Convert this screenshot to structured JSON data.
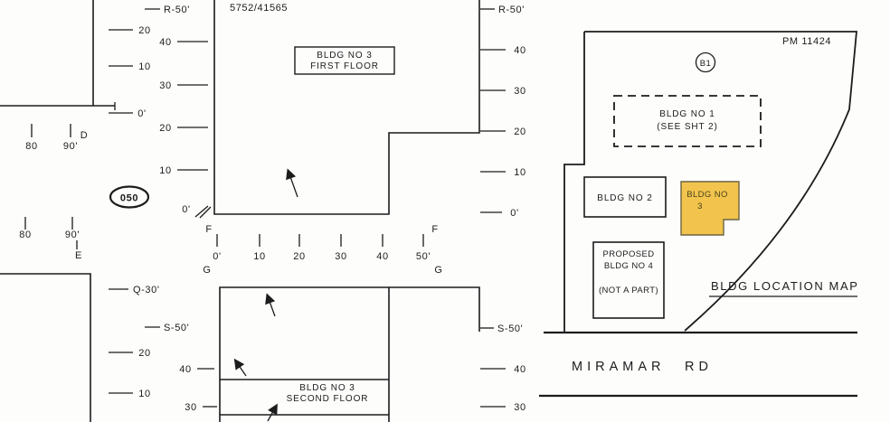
{
  "refs": {
    "doc_number": "5752/41565",
    "pm_number": "PM 11424",
    "circle_ref": "B1",
    "oval_ref": "050"
  },
  "left_outer_ruler": {
    "top": [
      "20",
      "10",
      "0'"
    ],
    "bottom": [
      "Q-30'",
      "20",
      "10"
    ]
  },
  "left_inner_ruler": {
    "top": [
      "R-50'",
      "40",
      "30",
      "20",
      "10",
      "0'"
    ],
    "bottom": [
      "S-50'",
      "40",
      "30"
    ]
  },
  "right_ruler": {
    "top": [
      "R-50'",
      "40",
      "30",
      "20",
      "10",
      "0'"
    ],
    "bottom": [
      "S-50'",
      "40",
      "30"
    ]
  },
  "horizontal_ruler": {
    "values": [
      "0'",
      "10",
      "20",
      "30",
      "40",
      "50'"
    ],
    "f": "F",
    "g": "G"
  },
  "stations": {
    "d": {
      "label": "D",
      "v1": "80",
      "v2": "90'"
    },
    "e": {
      "label": "E",
      "v1": "80",
      "v2": "90'"
    }
  },
  "first_floor": {
    "line1": "BLDG NO 3",
    "line2": "FIRST FLOOR"
  },
  "second_floor": {
    "line1": "BLDG NO 3",
    "line2": "SECOND FLOOR"
  },
  "map": {
    "bldg1_line1": "BLDG NO 1",
    "bldg1_line2": "(SEE SHT 2)",
    "bldg2": "BLDG NO 2",
    "bldg3_line1": "BLDG NO",
    "bldg3_line2": "3",
    "bldg4_line1": "PROPOSED",
    "bldg4_line2": "BLDG NO 4",
    "bldg4_line3": "(NOT A PART)",
    "title": "BLDG LOCATION MAP",
    "road_word1": "MIRAMAR",
    "road_word2": "RD",
    "highlight_color": "#f2c44d"
  }
}
